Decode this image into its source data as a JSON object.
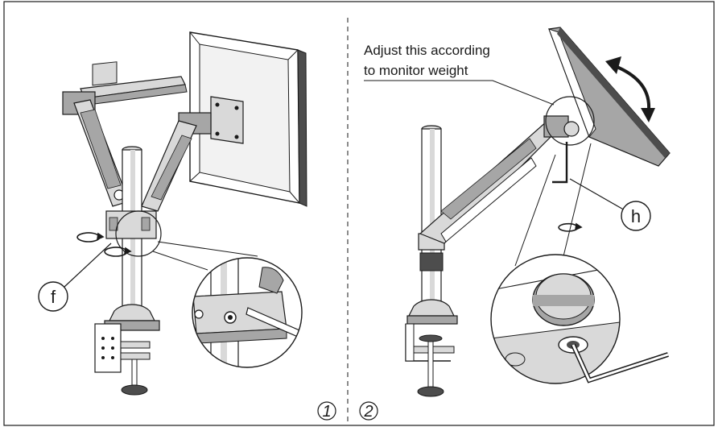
{
  "panels": [
    {
      "id": "panel-1",
      "step_number": "1",
      "callout_label": "f"
    },
    {
      "id": "panel-2",
      "step_number": "2",
      "callout_label": "h",
      "instruction_line1": "Adjust this according",
      "instruction_line2": "to monitor weight"
    }
  ],
  "colors": {
    "line": "#1a1a1a",
    "shade_light": "#d9d9d9",
    "shade_mid": "#a6a6a6",
    "shade_dark": "#4d4d4d",
    "background": "#ffffff"
  }
}
